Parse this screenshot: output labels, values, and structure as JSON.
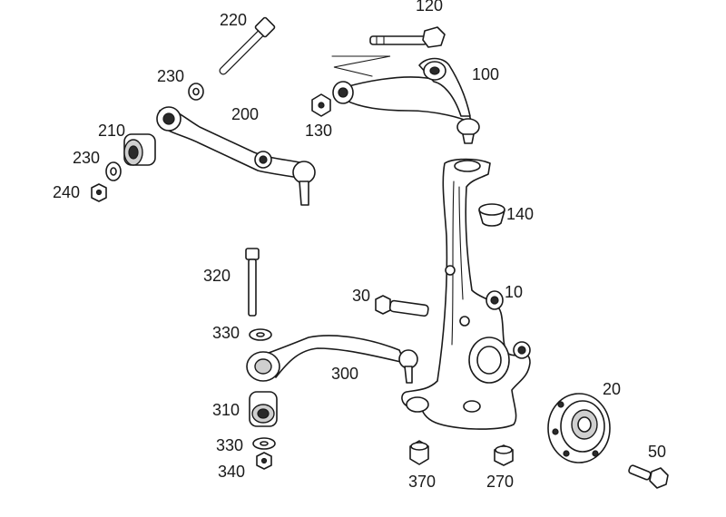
{
  "diagram": {
    "callouts": [
      {
        "key": "c220",
        "label": "220"
      },
      {
        "key": "c120",
        "label": "120"
      },
      {
        "key": "c230a",
        "label": "230"
      },
      {
        "key": "c100",
        "label": "100"
      },
      {
        "key": "c200",
        "label": "200"
      },
      {
        "key": "c130",
        "label": "130"
      },
      {
        "key": "c210",
        "label": "210"
      },
      {
        "key": "c230b",
        "label": "230"
      },
      {
        "key": "c240",
        "label": "240"
      },
      {
        "key": "c140",
        "label": "140"
      },
      {
        "key": "c320",
        "label": "320"
      },
      {
        "key": "c30",
        "label": "30"
      },
      {
        "key": "c10",
        "label": "10"
      },
      {
        "key": "c330a",
        "label": "330"
      },
      {
        "key": "c300",
        "label": "300"
      },
      {
        "key": "c20",
        "label": "20"
      },
      {
        "key": "c310",
        "label": "310"
      },
      {
        "key": "c330b",
        "label": "330"
      },
      {
        "key": "c50",
        "label": "50"
      },
      {
        "key": "c340",
        "label": "340"
      },
      {
        "key": "c370",
        "label": "370"
      },
      {
        "key": "c270",
        "label": "270"
      }
    ]
  }
}
